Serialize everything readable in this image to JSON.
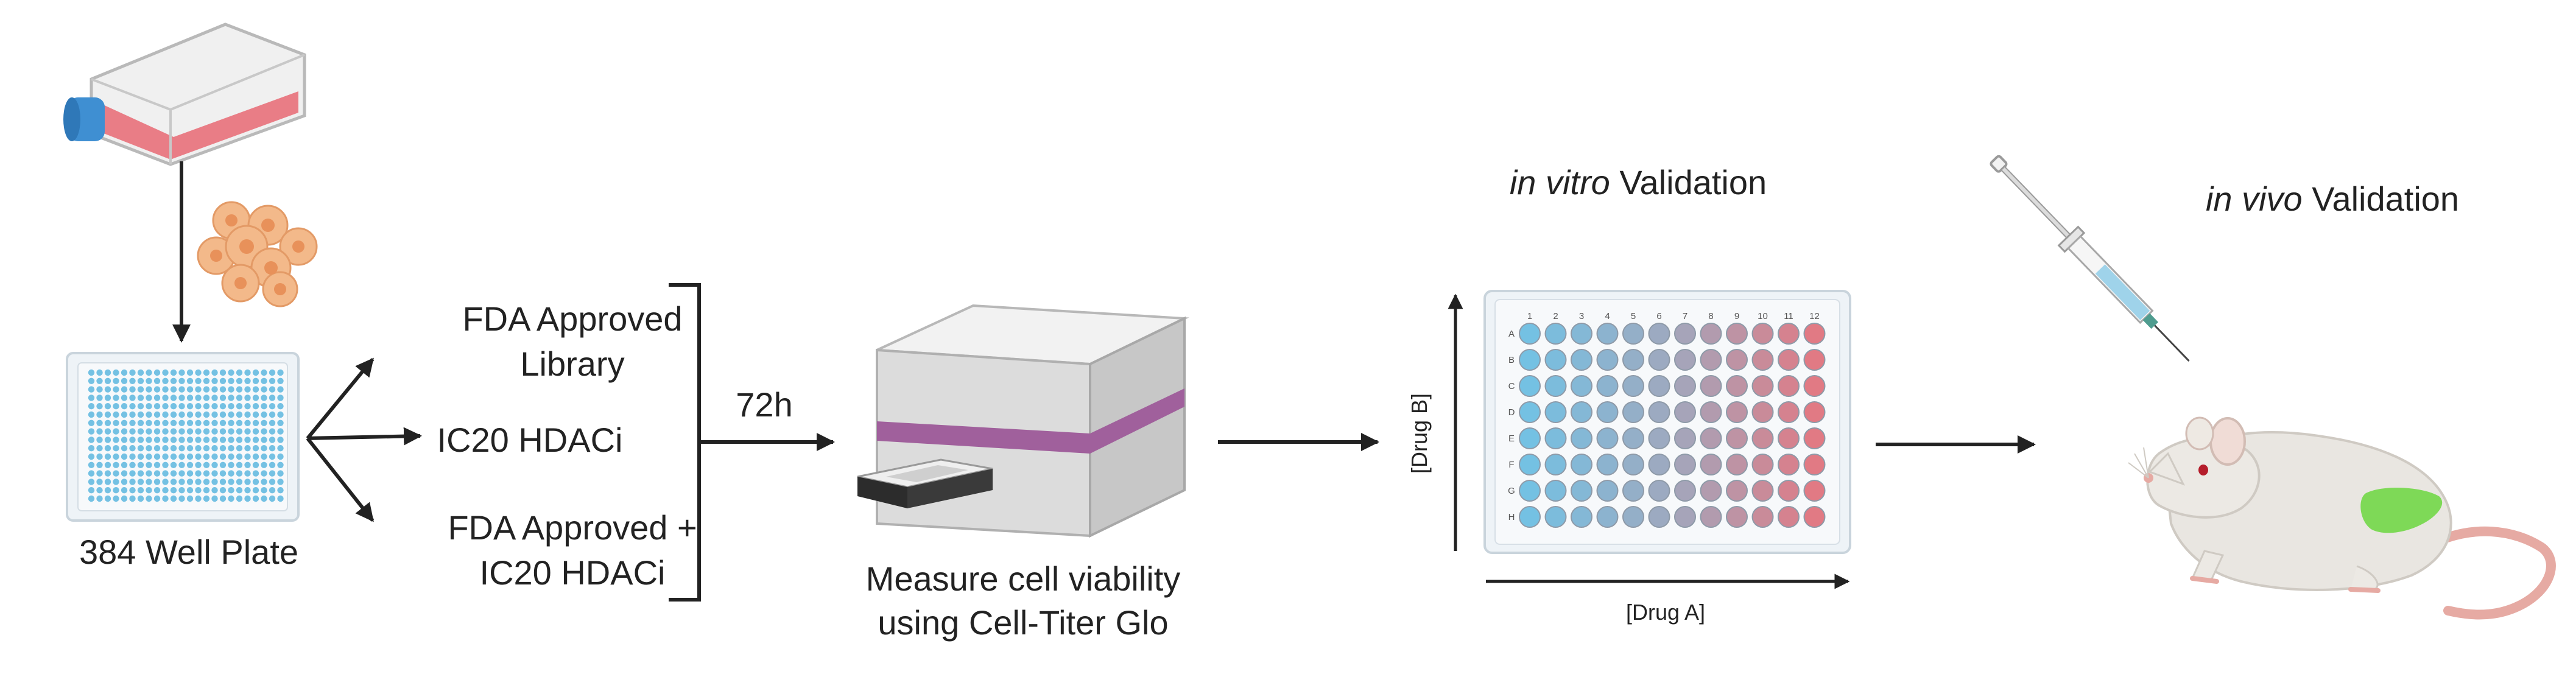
{
  "labels": {
    "plate384": "384 Well Plate",
    "fda_lib_line1": "FDA Approved",
    "fda_lib_line2": "Library",
    "ic20": "IC20 HDACi",
    "combo_line1": "FDA Approved +",
    "combo_line2": "IC20 HDACi",
    "time": "72h",
    "measure_line1": "Measure cell viability",
    "measure_line2": "using Cell-Titer Glo",
    "invitro_italic": "in vitro",
    "invitro_rest": " Validation",
    "invivo_italic": "in vivo",
    "invivo_rest": " Validation",
    "drugA": "[Drug A]",
    "drugB": "[Drug B]"
  },
  "plate96": {
    "cols": [
      "1",
      "2",
      "3",
      "4",
      "5",
      "6",
      "7",
      "8",
      "9",
      "10",
      "11",
      "12"
    ],
    "rows": [
      "A",
      "B",
      "C",
      "D",
      "E",
      "F",
      "G",
      "H"
    ]
  },
  "colors": {
    "arrow": "#222222",
    "flask_media": "#e8707a",
    "flask_cap": "#3f8fd2",
    "cells": "#f3b98a",
    "cell_nucleus": "#e8915a",
    "well_blue": "#74c1e3",
    "well_red": "#e17a84",
    "reader_stripe": "#a0609c",
    "tumor": "#7ed957",
    "mouse_body": "#e9e6e1",
    "mouse_tail": "#e6aaa3",
    "syringe_liquid": "#9fd3ea"
  }
}
